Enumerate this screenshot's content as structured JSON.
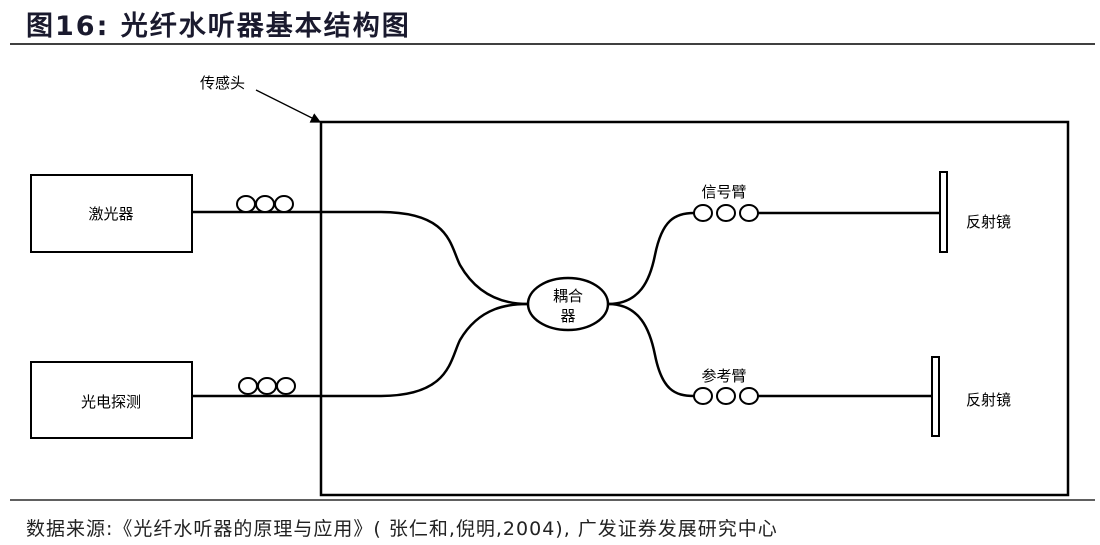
{
  "title": "图16:  光纤水听器基本结构图",
  "source": "数据来源:《光纤水听器的原理与应用》( 张仁和,倪明,2004), 广发证券发展研究中心",
  "diagram": {
    "sensor_head": "传感头",
    "laser": "激光器",
    "photodetector": "光电探测",
    "coupler_line1": "耦合",
    "coupler_line2": "器",
    "signal_arm": "信号臂",
    "reference_arm": "参考臂",
    "mirror_top": "反射镜",
    "mirror_bottom": "反射镜"
  }
}
